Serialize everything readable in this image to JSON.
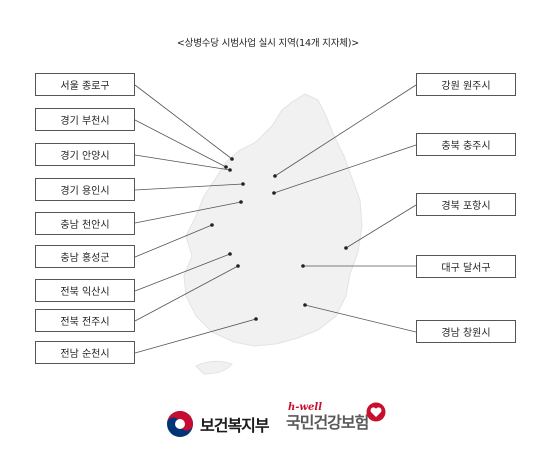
{
  "title": "<상병수당 시범사업 실시 지역(14개 지자체)>",
  "left_regions": [
    {
      "label": "서울 종로구"
    },
    {
      "label": "경기 부천시"
    },
    {
      "label": "경기 안양시"
    },
    {
      "label": "경기 용인시"
    },
    {
      "label": "충남 천안시"
    },
    {
      "label": "충남 홍성군"
    },
    {
      "label": "전북 익산시"
    },
    {
      "label": "전북 전주시"
    },
    {
      "label": "전남 순천시"
    }
  ],
  "right_regions": [
    {
      "label": "강원 원주시"
    },
    {
      "label": "충북 충주시"
    },
    {
      "label": "경북 포항시"
    },
    {
      "label": "대구 달서구"
    },
    {
      "label": "경남 창원시"
    }
  ],
  "logos": {
    "ministry_name": "보건복지부",
    "nhis_tag": "h-well",
    "nhis_name": "국민건강보험"
  },
  "colors": {
    "line": "#555555",
    "map_fill": "#f1f1f1",
    "nhis_red": "#c8102e",
    "ministry_red": "#c60c30",
    "ministry_blue": "#003478"
  }
}
